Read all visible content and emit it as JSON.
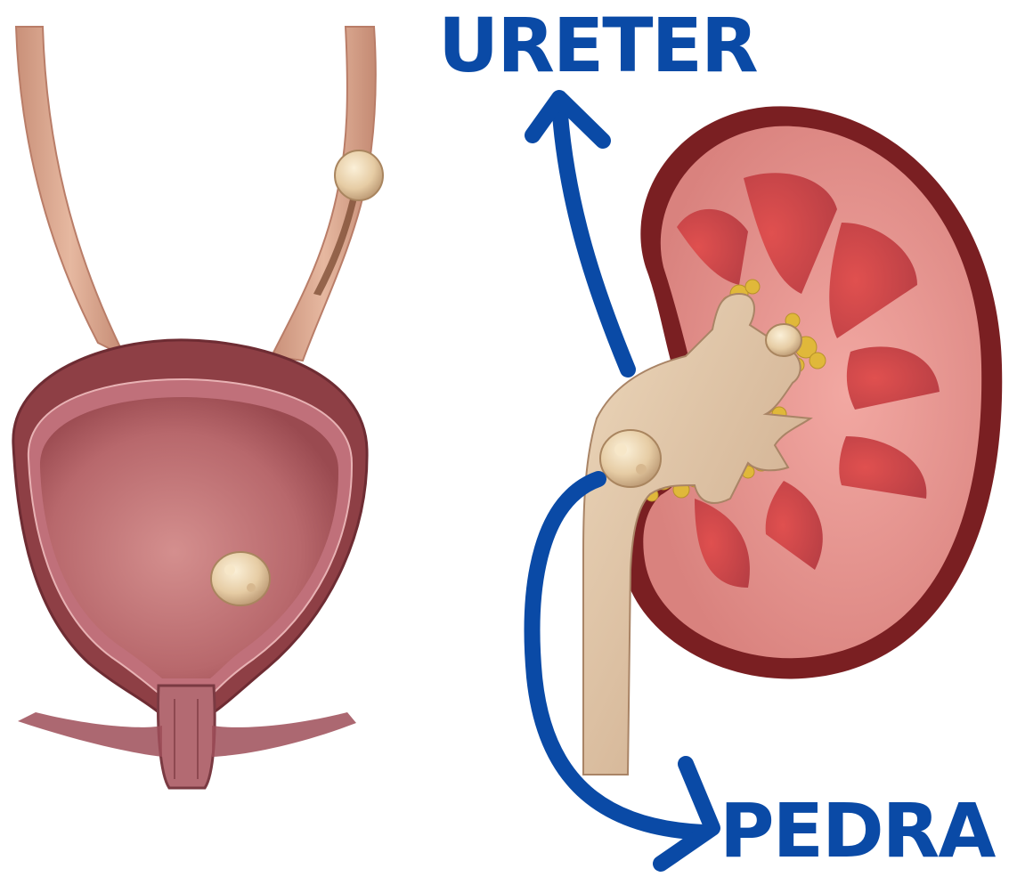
{
  "labels": {
    "ureter": "URETER",
    "stone": "PEDRA"
  },
  "colors": {
    "label_blue": "#0a4aa6",
    "bladder_wall": "#8e3f45",
    "bladder_inner": "#b86a6e",
    "ureter_tube": "#d8a48a",
    "stone": "#ead2ad",
    "kidney_outer": "#7a1f22",
    "kidney_cortex": "#dc8a86",
    "kidney_pyramid": "#c84a4e",
    "renal_pelvis": "#dcc0a0",
    "fat": "#e0b83a"
  },
  "icons": {
    "ureter_arrow": "arrow-up-curved",
    "stone_arrow": "arrow-right-curved"
  }
}
